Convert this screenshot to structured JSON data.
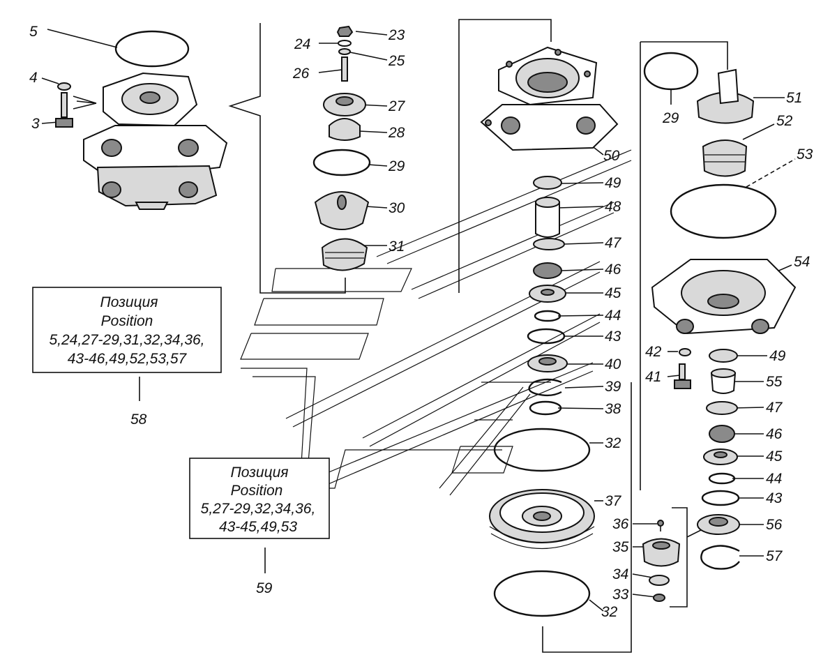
{
  "labels": [
    {
      "id": "5",
      "text": "5"
    },
    {
      "id": "4",
      "text": "4"
    },
    {
      "id": "3",
      "text": "3"
    },
    {
      "id": "23",
      "text": "23"
    },
    {
      "id": "24",
      "text": "24"
    },
    {
      "id": "25",
      "text": "25"
    },
    {
      "id": "26",
      "text": "26"
    },
    {
      "id": "27",
      "text": "27"
    },
    {
      "id": "28",
      "text": "28"
    },
    {
      "id": "29a",
      "text": "29"
    },
    {
      "id": "30",
      "text": "30"
    },
    {
      "id": "31",
      "text": "31"
    },
    {
      "id": "50",
      "text": "50"
    },
    {
      "id": "49a",
      "text": "49"
    },
    {
      "id": "48",
      "text": "48"
    },
    {
      "id": "47a",
      "text": "47"
    },
    {
      "id": "46a",
      "text": "46"
    },
    {
      "id": "45a",
      "text": "45"
    },
    {
      "id": "44a",
      "text": "44"
    },
    {
      "id": "43a",
      "text": "43"
    },
    {
      "id": "40",
      "text": "40"
    },
    {
      "id": "39",
      "text": "39"
    },
    {
      "id": "38",
      "text": "38"
    },
    {
      "id": "32a",
      "text": "32"
    },
    {
      "id": "37",
      "text": "37"
    },
    {
      "id": "36",
      "text": "36"
    },
    {
      "id": "35",
      "text": "35"
    },
    {
      "id": "34",
      "text": "34"
    },
    {
      "id": "33",
      "text": "33"
    },
    {
      "id": "32b",
      "text": "32"
    },
    {
      "id": "29b",
      "text": "29"
    },
    {
      "id": "51",
      "text": "51"
    },
    {
      "id": "52",
      "text": "52"
    },
    {
      "id": "53",
      "text": "53"
    },
    {
      "id": "54",
      "text": "54"
    },
    {
      "id": "42",
      "text": "42"
    },
    {
      "id": "41",
      "text": "41"
    },
    {
      "id": "49b",
      "text": "49"
    },
    {
      "id": "55",
      "text": "55"
    },
    {
      "id": "47b",
      "text": "47"
    },
    {
      "id": "46b",
      "text": "46"
    },
    {
      "id": "45b",
      "text": "45"
    },
    {
      "id": "44b",
      "text": "44"
    },
    {
      "id": "43b",
      "text": "43"
    },
    {
      "id": "56",
      "text": "56"
    },
    {
      "id": "57",
      "text": "57"
    },
    {
      "id": "58",
      "text": "58"
    },
    {
      "id": "59",
      "text": "59"
    }
  ],
  "kit58": {
    "line1": "Позиция",
    "line2": "Position",
    "line3": "5,24,27-29,31,32,34,36,",
    "line4": "43-46,49,52,53,57"
  },
  "kit59": {
    "line1": "Позиция",
    "line2": "Position",
    "line3": "5,27-29,32,34,36,",
    "line4": "43-45,49,53"
  }
}
